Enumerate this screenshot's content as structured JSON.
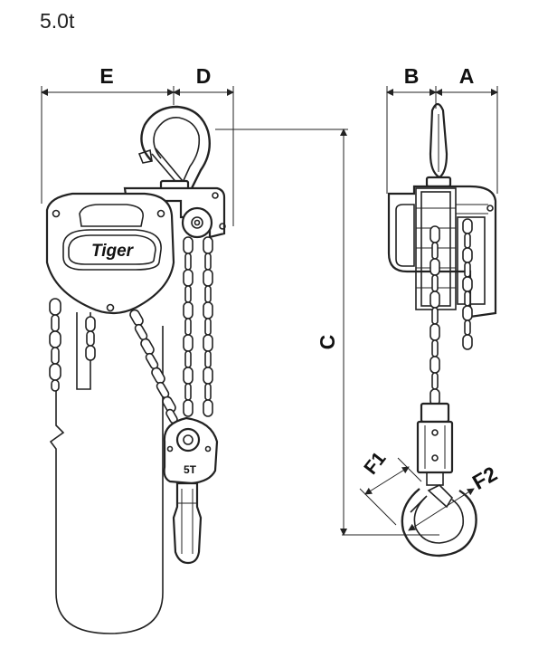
{
  "capacity": "5.0t",
  "brand": "Tiger",
  "block_marking": "5T",
  "dimensions": {
    "A": "A",
    "B": "B",
    "C": "C",
    "D": "D",
    "E": "E",
    "F1": "F1",
    "F2": "F2"
  }
}
